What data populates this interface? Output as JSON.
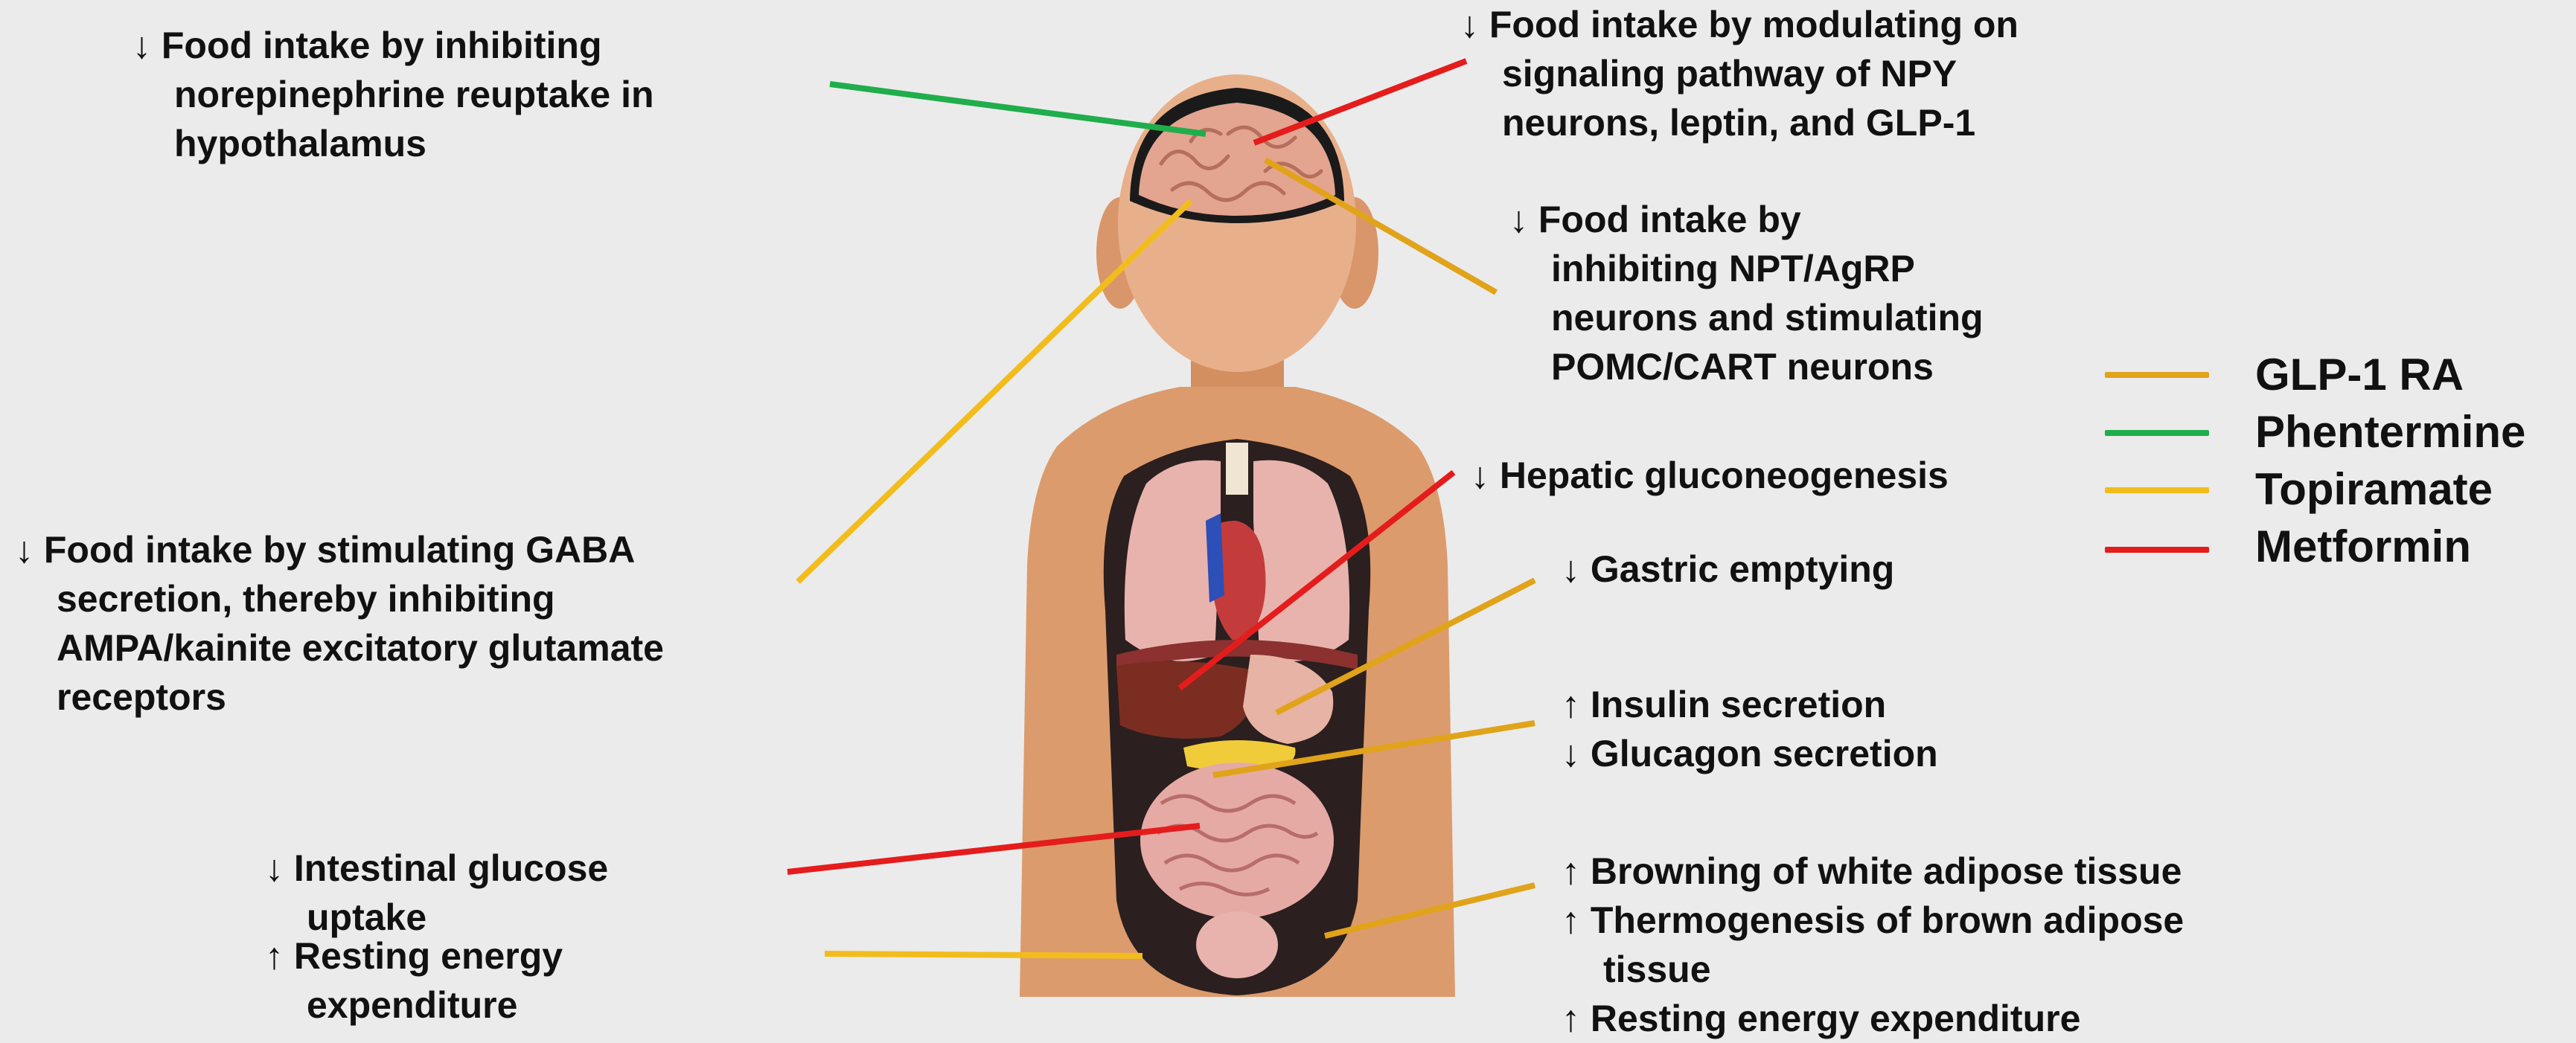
{
  "annotations": {
    "phentermine_hypothalamus": [
      "↓ Food intake by inhibiting",
      "norepinephrine reuptake in",
      "hypothalamus"
    ],
    "metformin_brain": [
      "↓ Food intake by modulating on",
      "signaling pathway of NPY",
      "neurons, leptin, and GLP-1"
    ],
    "glp1_brain": [
      "↓ Food intake by",
      "inhibiting NPT/AgRP",
      "neurons and stimulating",
      "POMC/CART neurons"
    ],
    "topiramate_brain": [
      "↓ Food intake by stimulating GABA",
      "secretion, thereby inhibiting",
      "AMPA/kainite excitatory glutamate",
      "receptors"
    ],
    "metformin_liver": [
      "↓ Hepatic gluconeogenesis"
    ],
    "glp1_stomach": [
      "↓ Gastric emptying"
    ],
    "glp1_pancreas": [
      "↑ Insulin secretion",
      "↓ Glucagon secretion"
    ],
    "metformin_intestine": [
      "↓ Intestinal glucose",
      "uptake"
    ],
    "topiramate_energy": [
      "↑ Resting energy",
      "expenditure"
    ],
    "glp1_adipose": [
      "↑ Browning of white adipose tissue",
      "↑ Thermogenesis of brown adipose",
      "tissue",
      "↑ Resting energy expenditure"
    ]
  },
  "legend": [
    {
      "label": "GLP-1 RA",
      "color": "#e0a31a"
    },
    {
      "label": "Phentermine",
      "color": "#1fae4b"
    },
    {
      "label": "Topiramate",
      "color": "#f2bd1c"
    },
    {
      "label": "Metformin",
      "color": "#e51c1c"
    }
  ],
  "colors": {
    "glp1": "#e0a31a",
    "phentermine": "#1fae4b",
    "topiramate": "#f2bd1c",
    "metformin": "#e51c1c",
    "skin": "#dc9b6c",
    "background": "#ebebeb"
  }
}
